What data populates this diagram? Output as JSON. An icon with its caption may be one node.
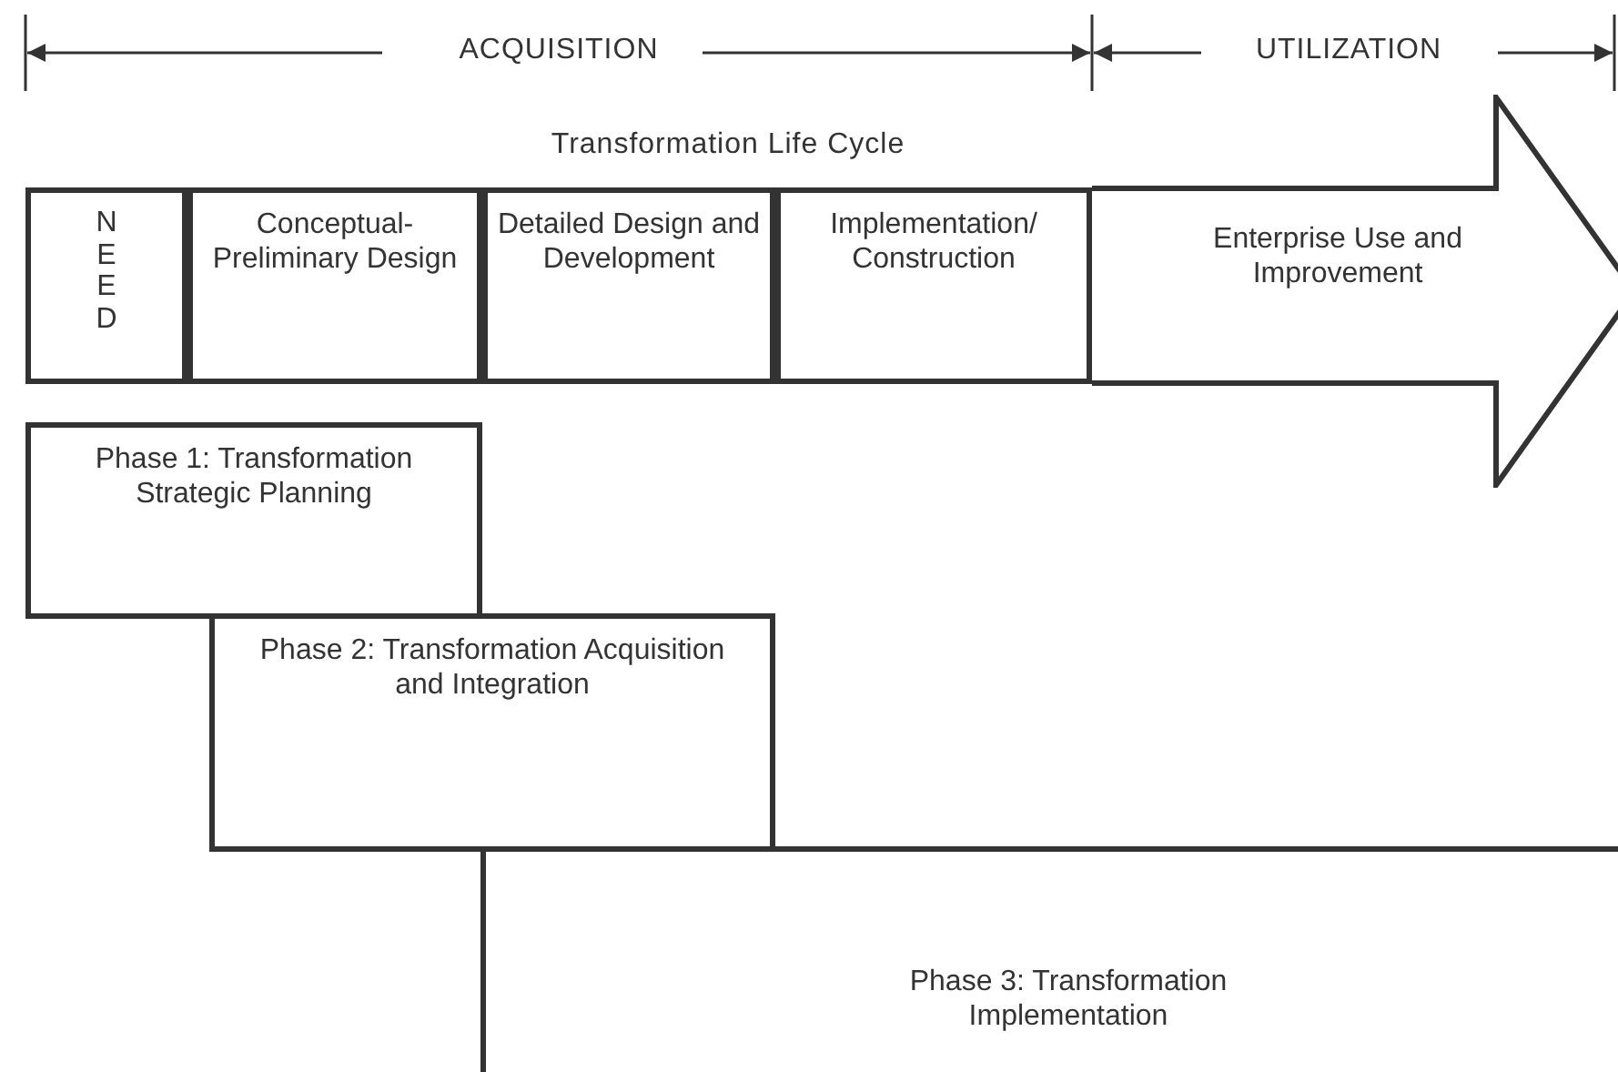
{
  "diagram": {
    "nodes": [
      {
        "text": [
          "NEED"
        ]
      },
      {
        "text": [
          "Conceptual- Preliminary Design"
        ]
      },
      {
        "text": [
          "Detailed Design and Development"
        ]
      },
      {
        "text": [
          "Implementation/ Construction"
        ]
      },
      {
        "text": [
          "Enterprise Use and Improvement"
        ]
      },
      {
        "text": [
          "Phase 1: Transformation Strategic Planning"
        ]
      },
      {
        "text": [
          "Phase 2: Transformation Acquisition and Integration"
        ]
      },
      {
        "text": [
          "Phase 3: Transformation Implementation"
        ]
      }
    ],
    "labels": [
      "ACQUISITION",
      "UTILIZATION",
      "Transformation Life Cycle"
    ]
  }
}
